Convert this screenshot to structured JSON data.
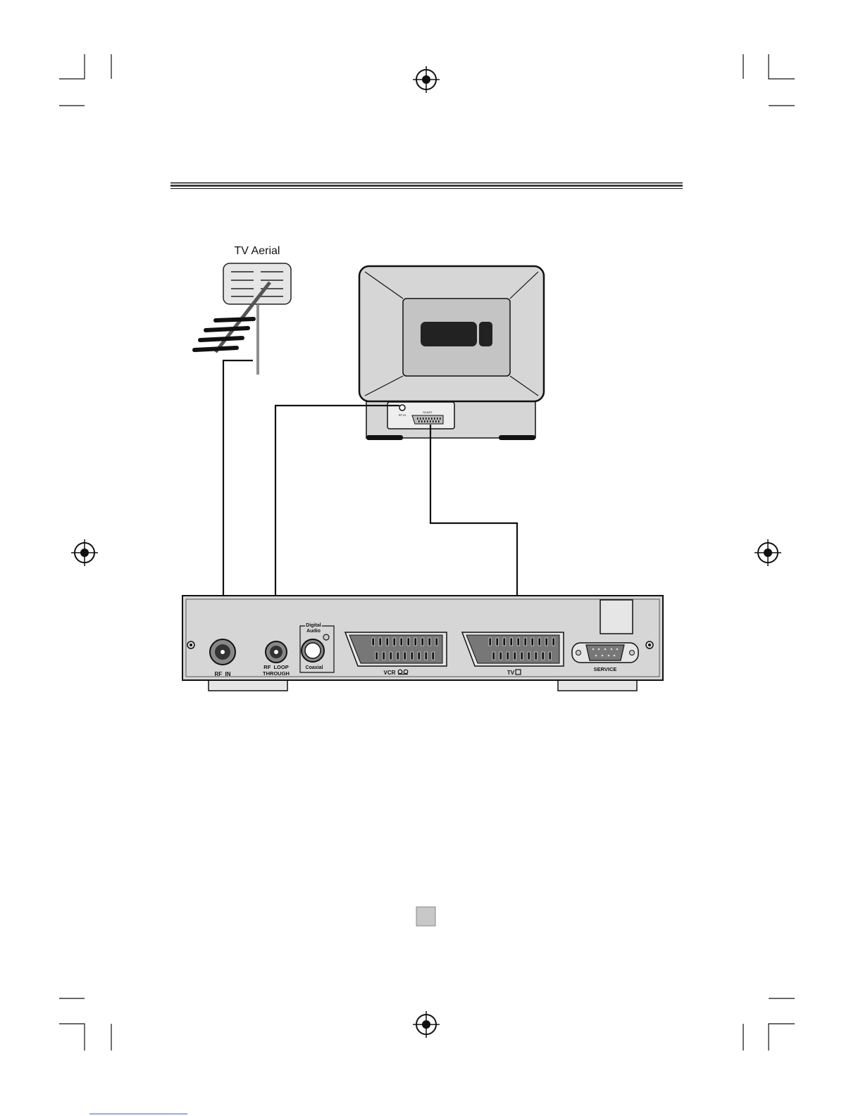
{
  "aerial": {
    "label": "TV Aerial"
  },
  "tv": {
    "rf_in_label": "RF IN",
    "scart_label": "SCART"
  },
  "receiver": {
    "rf_in_label": "RF  IN",
    "rf_loop_line1": "RF  LOOP",
    "rf_loop_line2": "THROUGH",
    "digital_audio_line1": "Digital",
    "digital_audio_line2": "Audio",
    "coaxial_label": "Coaxial",
    "vcr_label": "VCR",
    "tv_label": "TV",
    "service_label": "SERVICE"
  },
  "colors": {
    "ink": "#111111",
    "panel": "#d6d6d6",
    "screen": "#c4c4c4",
    "page_marker": "#c8c8c8"
  },
  "icons": [
    "registration-mark-icon",
    "tape-icon",
    "screen-icon"
  ]
}
